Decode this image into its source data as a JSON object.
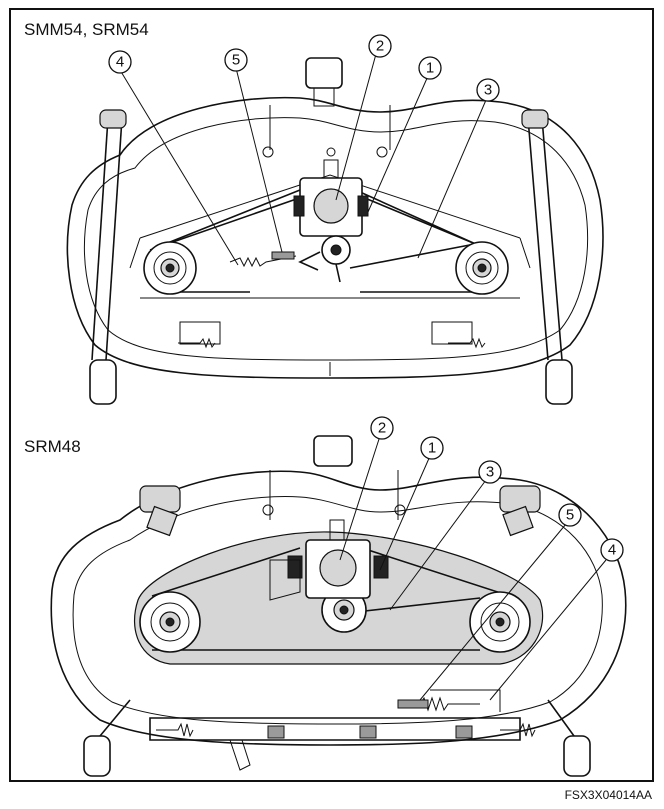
{
  "figure": {
    "top_caption": "SMM54, SRM54",
    "bottom_caption": "SRM48",
    "figure_code": "FSX3X04014AA"
  },
  "callouts_top": [
    {
      "label": "1"
    },
    {
      "label": "2"
    },
    {
      "label": "3"
    },
    {
      "label": "4"
    },
    {
      "label": "5"
    }
  ],
  "callouts_bottom": [
    {
      "label": "1"
    },
    {
      "label": "2"
    },
    {
      "label": "3"
    },
    {
      "label": "4"
    },
    {
      "label": "5"
    }
  ]
}
